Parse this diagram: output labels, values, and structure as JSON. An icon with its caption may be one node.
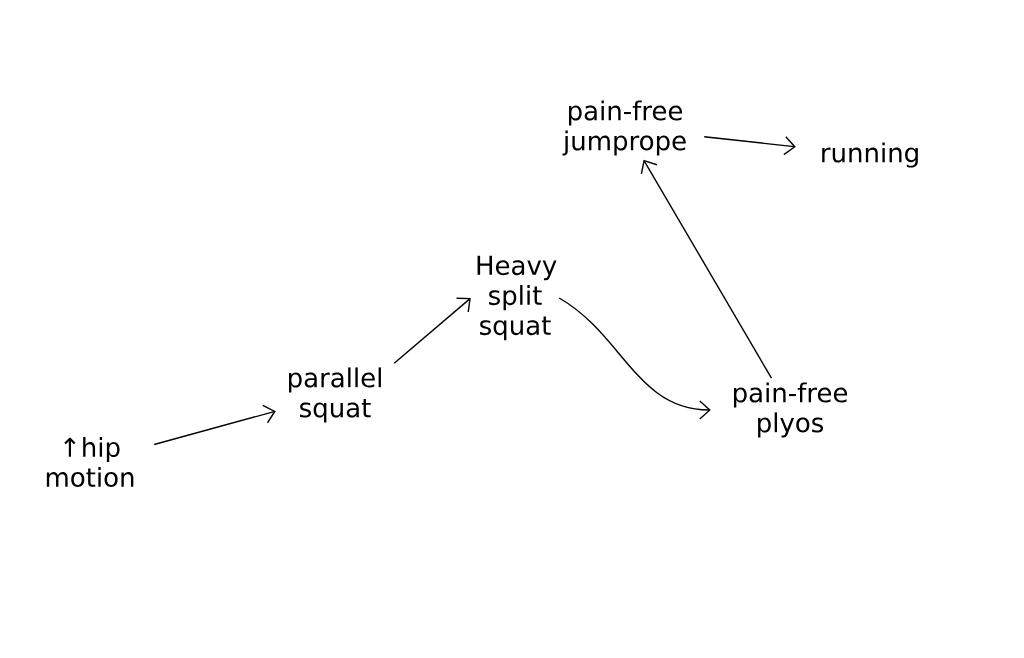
{
  "diagram": {
    "nodes": [
      {
        "text": [
          "↑hip motion"
        ]
      },
      {
        "text": [
          "parallel squat"
        ]
      },
      {
        "text": [
          "Heavy split squat"
        ]
      },
      {
        "text": [
          "pain-free plyos"
        ]
      },
      {
        "text": [
          "pain-free jumprope"
        ]
      },
      {
        "text": [
          "running"
        ]
      }
    ],
    "edges": [
      {
        "from": 0,
        "to": 1,
        "arrow": "to"
      },
      {
        "from": 1,
        "to": 2,
        "arrow": "to"
      },
      {
        "from": 2,
        "to": 3,
        "arrow": "to"
      },
      {
        "from": 3,
        "to": 4,
        "arrow": "to"
      },
      {
        "from": 4,
        "to": 5,
        "arrow": "to"
      }
    ]
  }
}
